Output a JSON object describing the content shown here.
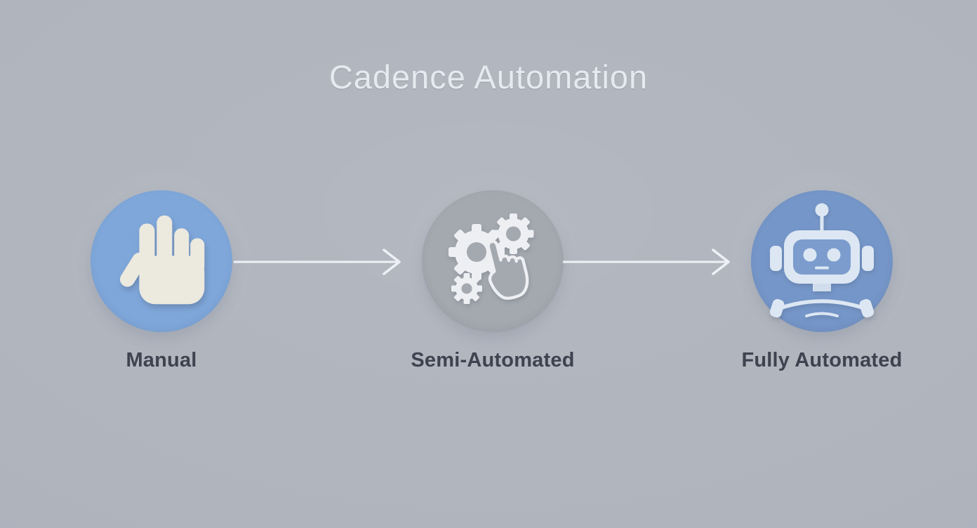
{
  "title": "Cadence Automation",
  "colors": {
    "background": "#afb4bd",
    "title_text": "#e6e9ef",
    "label_text": "#3d434f",
    "arrow": "#eef0f5",
    "manual_circle": "#7fa7da",
    "semi_circle": "#a4a8af",
    "fully_circle": "#7596c8",
    "hand_icon": "#ece9df",
    "gear_icon": "#edeff3",
    "robot_icon": "#dce7f3",
    "robot_face": "#7b9ccd"
  },
  "stages": [
    {
      "label": "Manual",
      "icon": "raised-hand-icon"
    },
    {
      "label": "Semi-Automated",
      "icon": "gears-click-hand-icon"
    },
    {
      "label": "Fully Automated",
      "icon": "robot-icon"
    }
  ],
  "connectors": [
    {
      "type": "arrow-right"
    },
    {
      "type": "arrow-right"
    }
  ]
}
